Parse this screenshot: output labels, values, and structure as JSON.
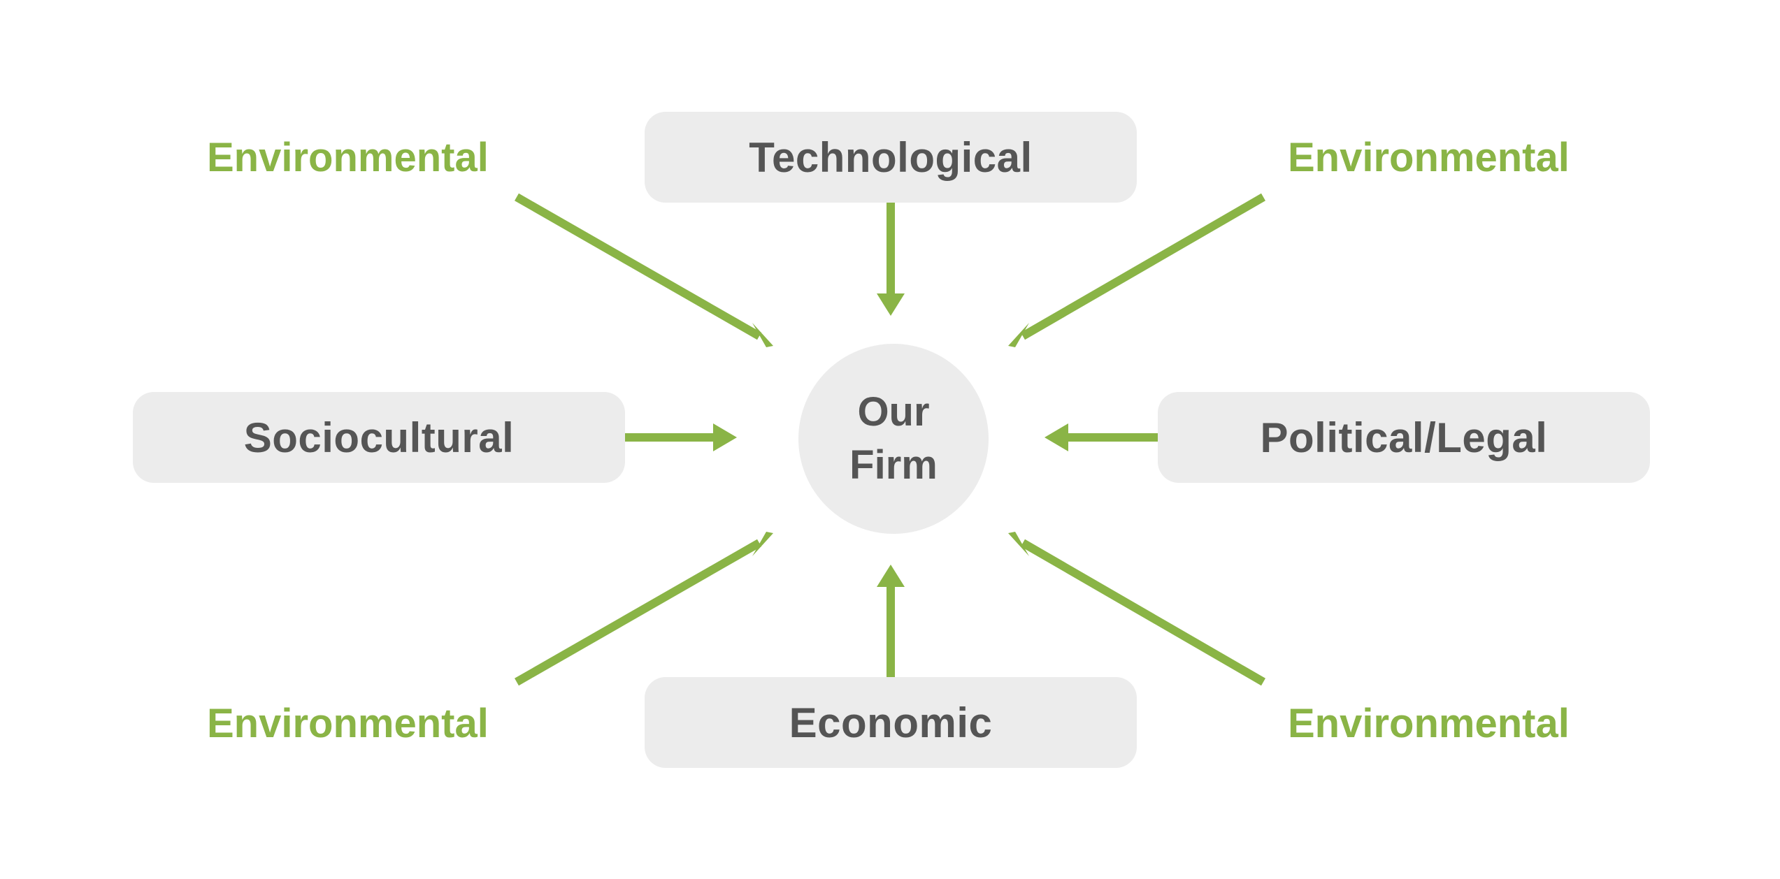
{
  "colors": {
    "arrow": "#8ab446",
    "box_fill": "#ececec",
    "box_text": "#555555",
    "environmental_text": "#8ab446",
    "background": "#ffffff"
  },
  "center": {
    "line1": "Our",
    "line2": "Firm"
  },
  "forces": {
    "technological": "Technological",
    "sociocultural": "Sociocultural",
    "political_legal": "Political/Legal",
    "economic": "Economic"
  },
  "environmental": {
    "top_left": "Environmental",
    "top_right": "Environmental",
    "bottom_left": "Environmental",
    "bottom_right": "Environmental"
  }
}
